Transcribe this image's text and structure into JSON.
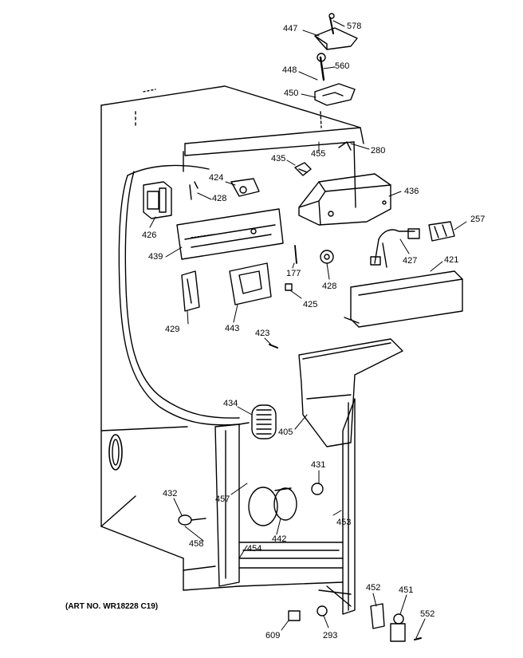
{
  "art_number": "(ART NO. WR18228 C19)",
  "labels": {
    "l447": "447",
    "l578": "578",
    "l448": "448",
    "l560": "560",
    "l450": "450",
    "l435": "435",
    "l455": "455",
    "l280": "280",
    "l424": "424",
    "l428a": "428",
    "l426": "426",
    "l436": "436",
    "l439": "439",
    "l177": "177",
    "l428b": "428",
    "l427": "427",
    "l257": "257",
    "l421": "421",
    "l425": "425",
    "l429": "429",
    "l443": "443",
    "l423": "423",
    "l434": "434",
    "l405": "405",
    "l431": "431",
    "l432": "432",
    "l457": "457",
    "l453": "453",
    "l458": "458",
    "l442": "442",
    "l454": "454",
    "l452": "452",
    "l451": "451",
    "l552": "552",
    "l609": "609",
    "l293": "293"
  }
}
